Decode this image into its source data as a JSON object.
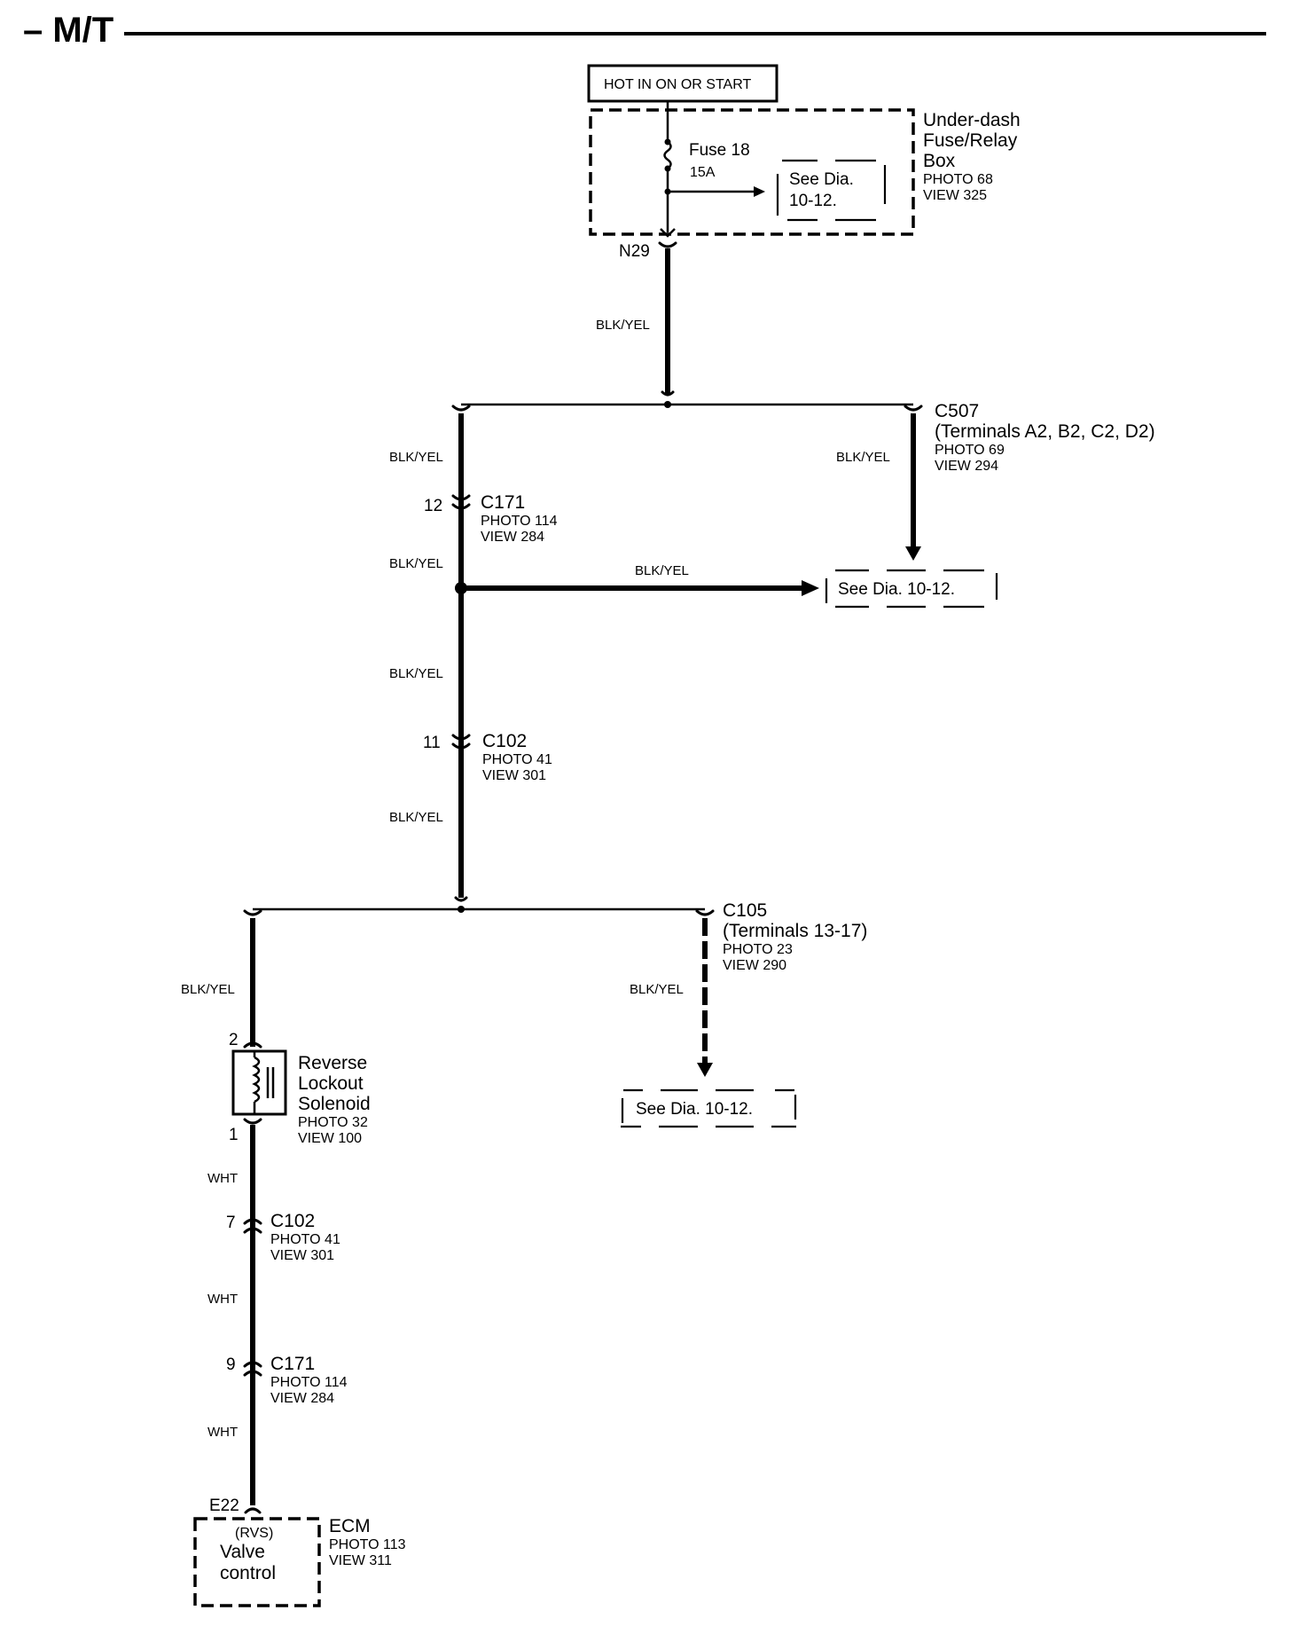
{
  "header": {
    "title": "– M/T"
  },
  "power": {
    "label": "HOT IN ON OR START"
  },
  "fuse_box": {
    "name_lines": [
      "Under-dash",
      "Fuse/Relay",
      "Box"
    ],
    "photo": "PHOTO 68",
    "view": "VIEW 325",
    "fuse_label": "Fuse 18",
    "fuse_rating": "15A",
    "see_dia_lines": [
      "See Dia.",
      "10-12."
    ],
    "output_terminal": "N29"
  },
  "wires": {
    "blk_yel": "BLK/YEL",
    "wht": "WHT"
  },
  "c507": {
    "name": "C507",
    "terminals": "(Terminals A2, B2, C2, D2)",
    "photo": "PHOTO 69",
    "view": "VIEW 294"
  },
  "c171_upper": {
    "name": "C171",
    "pin": "12",
    "photo": "PHOTO 114",
    "view": "VIEW 284"
  },
  "see_dia_right": "See Dia. 10-12.",
  "c102_upper": {
    "name": "C102",
    "pin": "11",
    "photo": "PHOTO 41",
    "view": "VIEW 301"
  },
  "c105": {
    "name": "C105",
    "terminals": "(Terminals 13-17)",
    "photo": "PHOTO 23",
    "view": "VIEW 290"
  },
  "see_dia_lower": "See Dia. 10-12.",
  "solenoid": {
    "name_lines": [
      "Reverse",
      "Lockout",
      "Solenoid"
    ],
    "photo": "PHOTO 32",
    "view": "VIEW 100",
    "pin_top": "2",
    "pin_bottom": "1"
  },
  "c102_lower": {
    "name": "C102",
    "pin": "7",
    "photo": "PHOTO 41",
    "view": "VIEW 301"
  },
  "c171_lower": {
    "name": "C171",
    "pin": "9",
    "photo": "PHOTO 114",
    "view": "VIEW 284"
  },
  "ecm": {
    "terminal": "E22",
    "inner_tag": "(RVS)",
    "inner_lines": [
      "Valve",
      "control"
    ],
    "name": "ECM",
    "photo": "PHOTO 113",
    "view": "VIEW 311"
  }
}
